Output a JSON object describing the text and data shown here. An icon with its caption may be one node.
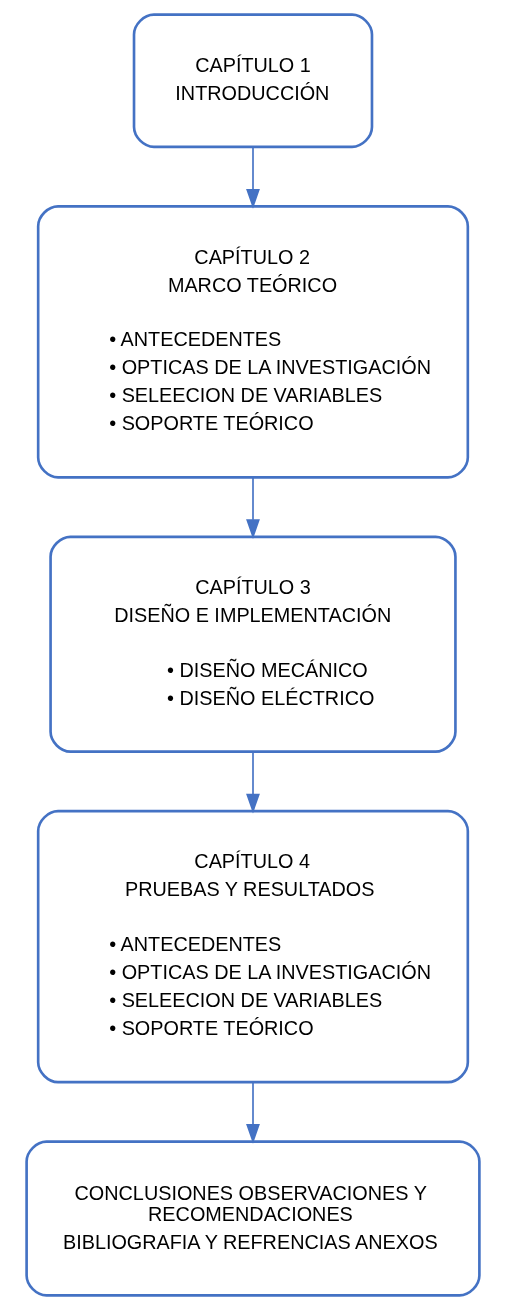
{
  "diagram": {
    "nodes": [
      {
        "text": [
          "CAPÍTULO 1",
          "INTRODUCCIÓN"
        ]
      },
      {
        "text": [
          "CAPÍTULO 2",
          "MARCO TEÓRICO",
          "• ANTECEDENTES",
          "• OPTICAS DE LA INVESTIGACIÓN",
          "• SELEECION DE VARIABLES",
          "• SOPORTE TEÓRICO"
        ]
      },
      {
        "text": [
          "CAPÍTULO 3",
          "DISEÑO E IMPLEMENTACIÓN",
          "• DISEÑO MECÁNICO",
          "• DISEÑO ELÉCTRICO"
        ]
      },
      {
        "text": [
          "CAPÍTULO 4",
          "PRUEBAS Y RESULTADOS",
          "• ANTECEDENTES",
          "• OPTICAS DE LA INVESTIGACIÓN",
          "• SELEECION DE VARIABLES",
          "• SOPORTE TEÓRICO"
        ]
      },
      {
        "text": [
          "CONCLUSIONES OBSERVACIONES Y RECOMENDACIONES",
          "BIBLIOGRAFIA Y REFRENCIAS ANEXOS"
        ]
      }
    ],
    "edges": [
      {
        "from": 0,
        "to": 1,
        "arrow": "to"
      },
      {
        "from": 1,
        "to": 2,
        "arrow": "to"
      },
      {
        "from": 2,
        "to": 3,
        "arrow": "to"
      },
      {
        "from": 3,
        "to": 4,
        "arrow": "to"
      }
    ]
  }
}
